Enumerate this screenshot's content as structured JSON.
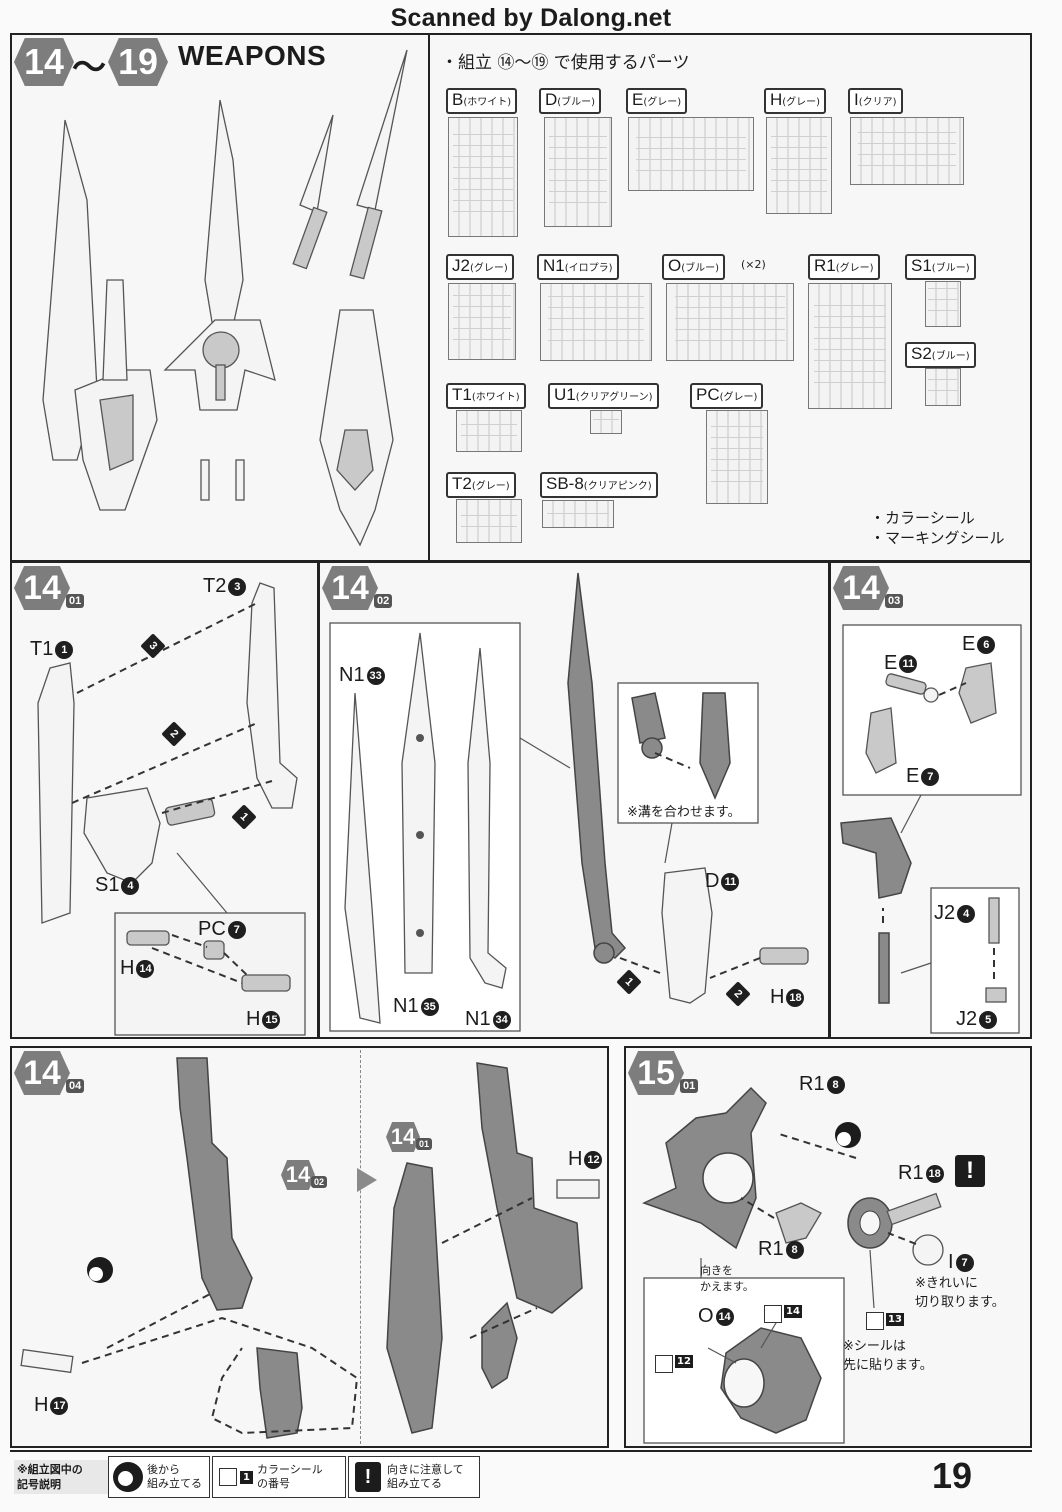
{
  "scanner_credit": "Scanned by Dalong.net",
  "header": {
    "step_from": "14",
    "tilde": "〜",
    "step_to": "19",
    "title": "WEAPONS",
    "parts_label": "・組立 ⑭〜⑲ で使用するパーツ"
  },
  "runners": [
    {
      "id": "B",
      "color": "(ホワイト)"
    },
    {
      "id": "D",
      "color": "(ブルー)"
    },
    {
      "id": "E",
      "color": "(グレー)"
    },
    {
      "id": "H",
      "color": "(グレー)"
    },
    {
      "id": "I",
      "color": "(クリア)"
    },
    {
      "id": "J2",
      "color": "(グレー)"
    },
    {
      "id": "N1",
      "color": "(イロプラ)"
    },
    {
      "id": "O",
      "color": "(ブルー)",
      "qty": "(×2)"
    },
    {
      "id": "R1",
      "color": "(グレー)"
    },
    {
      "id": "S1",
      "color": "(ブルー)"
    },
    {
      "id": "S2",
      "color": "(ブルー)"
    },
    {
      "id": "T1",
      "color": "(ホワイト)"
    },
    {
      "id": "U1",
      "color": "(クリアグリーン)"
    },
    {
      "id": "PC",
      "color": "(グレー)"
    },
    {
      "id": "T2",
      "color": "(グレー)"
    },
    {
      "id": "SB-8",
      "color": "(クリアピンク)"
    }
  ],
  "seals": [
    "・カラーシール",
    "・マーキングシール"
  ],
  "steps": {
    "s1401": {
      "main": "14",
      "sub": "01",
      "parts": {
        "t2": "T2",
        "t2n": "3",
        "t1": "T1",
        "t1n": "1",
        "s1": "S1",
        "s1n": "4",
        "pc": "PC",
        "pcn": "7",
        "h14": "H",
        "h14n": "14",
        "h15": "H",
        "h15n": "15"
      },
      "arrows": [
        "3",
        "2",
        "1"
      ]
    },
    "s1402": {
      "main": "14",
      "sub": "02",
      "parts": {
        "n133": "N1",
        "n133n": "33",
        "n135": "N1",
        "n135n": "35",
        "n134": "N1",
        "n134n": "34",
        "d11": "D",
        "d11n": "11",
        "h18": "H",
        "h18n": "18"
      },
      "note": "※溝を合わせます。",
      "arrows": [
        "1",
        "2"
      ]
    },
    "s1403": {
      "main": "14",
      "sub": "03",
      "parts": {
        "e11": "E",
        "e11n": "11",
        "e6": "E",
        "e6n": "6",
        "e7": "E",
        "e7n": "7",
        "j24": "J2",
        "j24n": "4",
        "j25": "J2",
        "j25n": "5"
      }
    },
    "s1404": {
      "main": "14",
      "sub": "04",
      "ref_a": {
        "main": "14",
        "sub": "02"
      },
      "ref_b": {
        "main": "14",
        "sub": "01"
      },
      "parts": {
        "h17": "H",
        "h17n": "17",
        "h12": "H",
        "h12n": "12"
      }
    },
    "s1501": {
      "main": "15",
      "sub": "01",
      "parts": {
        "r18a": "R1",
        "r18an": "8",
        "r18b": "R1",
        "r18bn": "8",
        "r118": "R1",
        "r118n": "18",
        "i7": "I",
        "i7n": "7",
        "o14": "O",
        "o14n": "14"
      },
      "seal_numbers": [
        "14",
        "12",
        "13"
      ],
      "notes": {
        "turn": "向きを\nかえます。",
        "cut": "※きれいに\n切り取ります。",
        "seal_first": "※シールは\n先に貼ります。"
      }
    }
  },
  "legend": {
    "heading": "※組立図中の\n記号説明",
    "items": [
      {
        "icon": "assemble-later-icon",
        "text": "後から\n組み立てる"
      },
      {
        "icon": "seal-number-icon",
        "num": "1",
        "text": "カラーシール\nの番号"
      },
      {
        "icon": "caution-icon",
        "glyph": "!",
        "text": "向きに注意して\n組み立てる"
      }
    ]
  },
  "page_number": "19"
}
